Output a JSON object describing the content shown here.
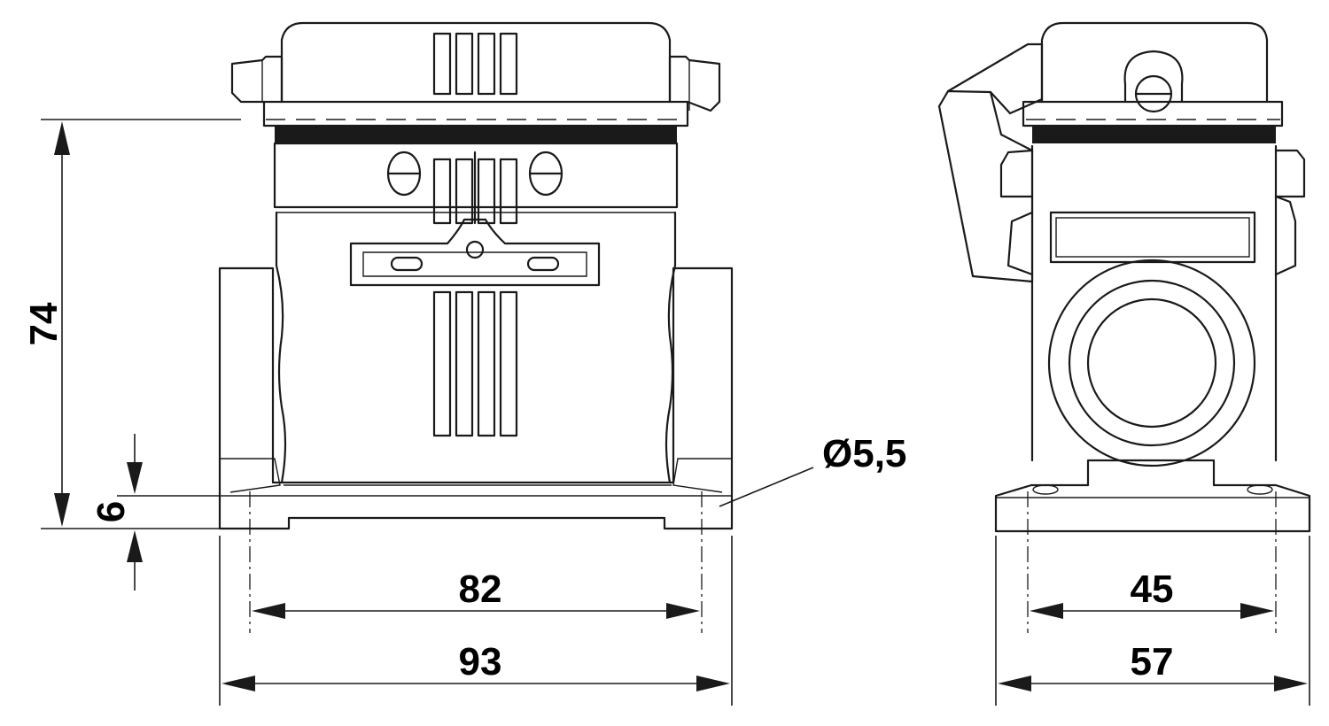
{
  "dimensions": {
    "height_overall": "74",
    "base_thickness": "6",
    "hole_diameter": "Ø5,5",
    "front_hole_spacing": "82",
    "front_width": "93",
    "side_hole_spacing": "45",
    "side_width": "57"
  }
}
